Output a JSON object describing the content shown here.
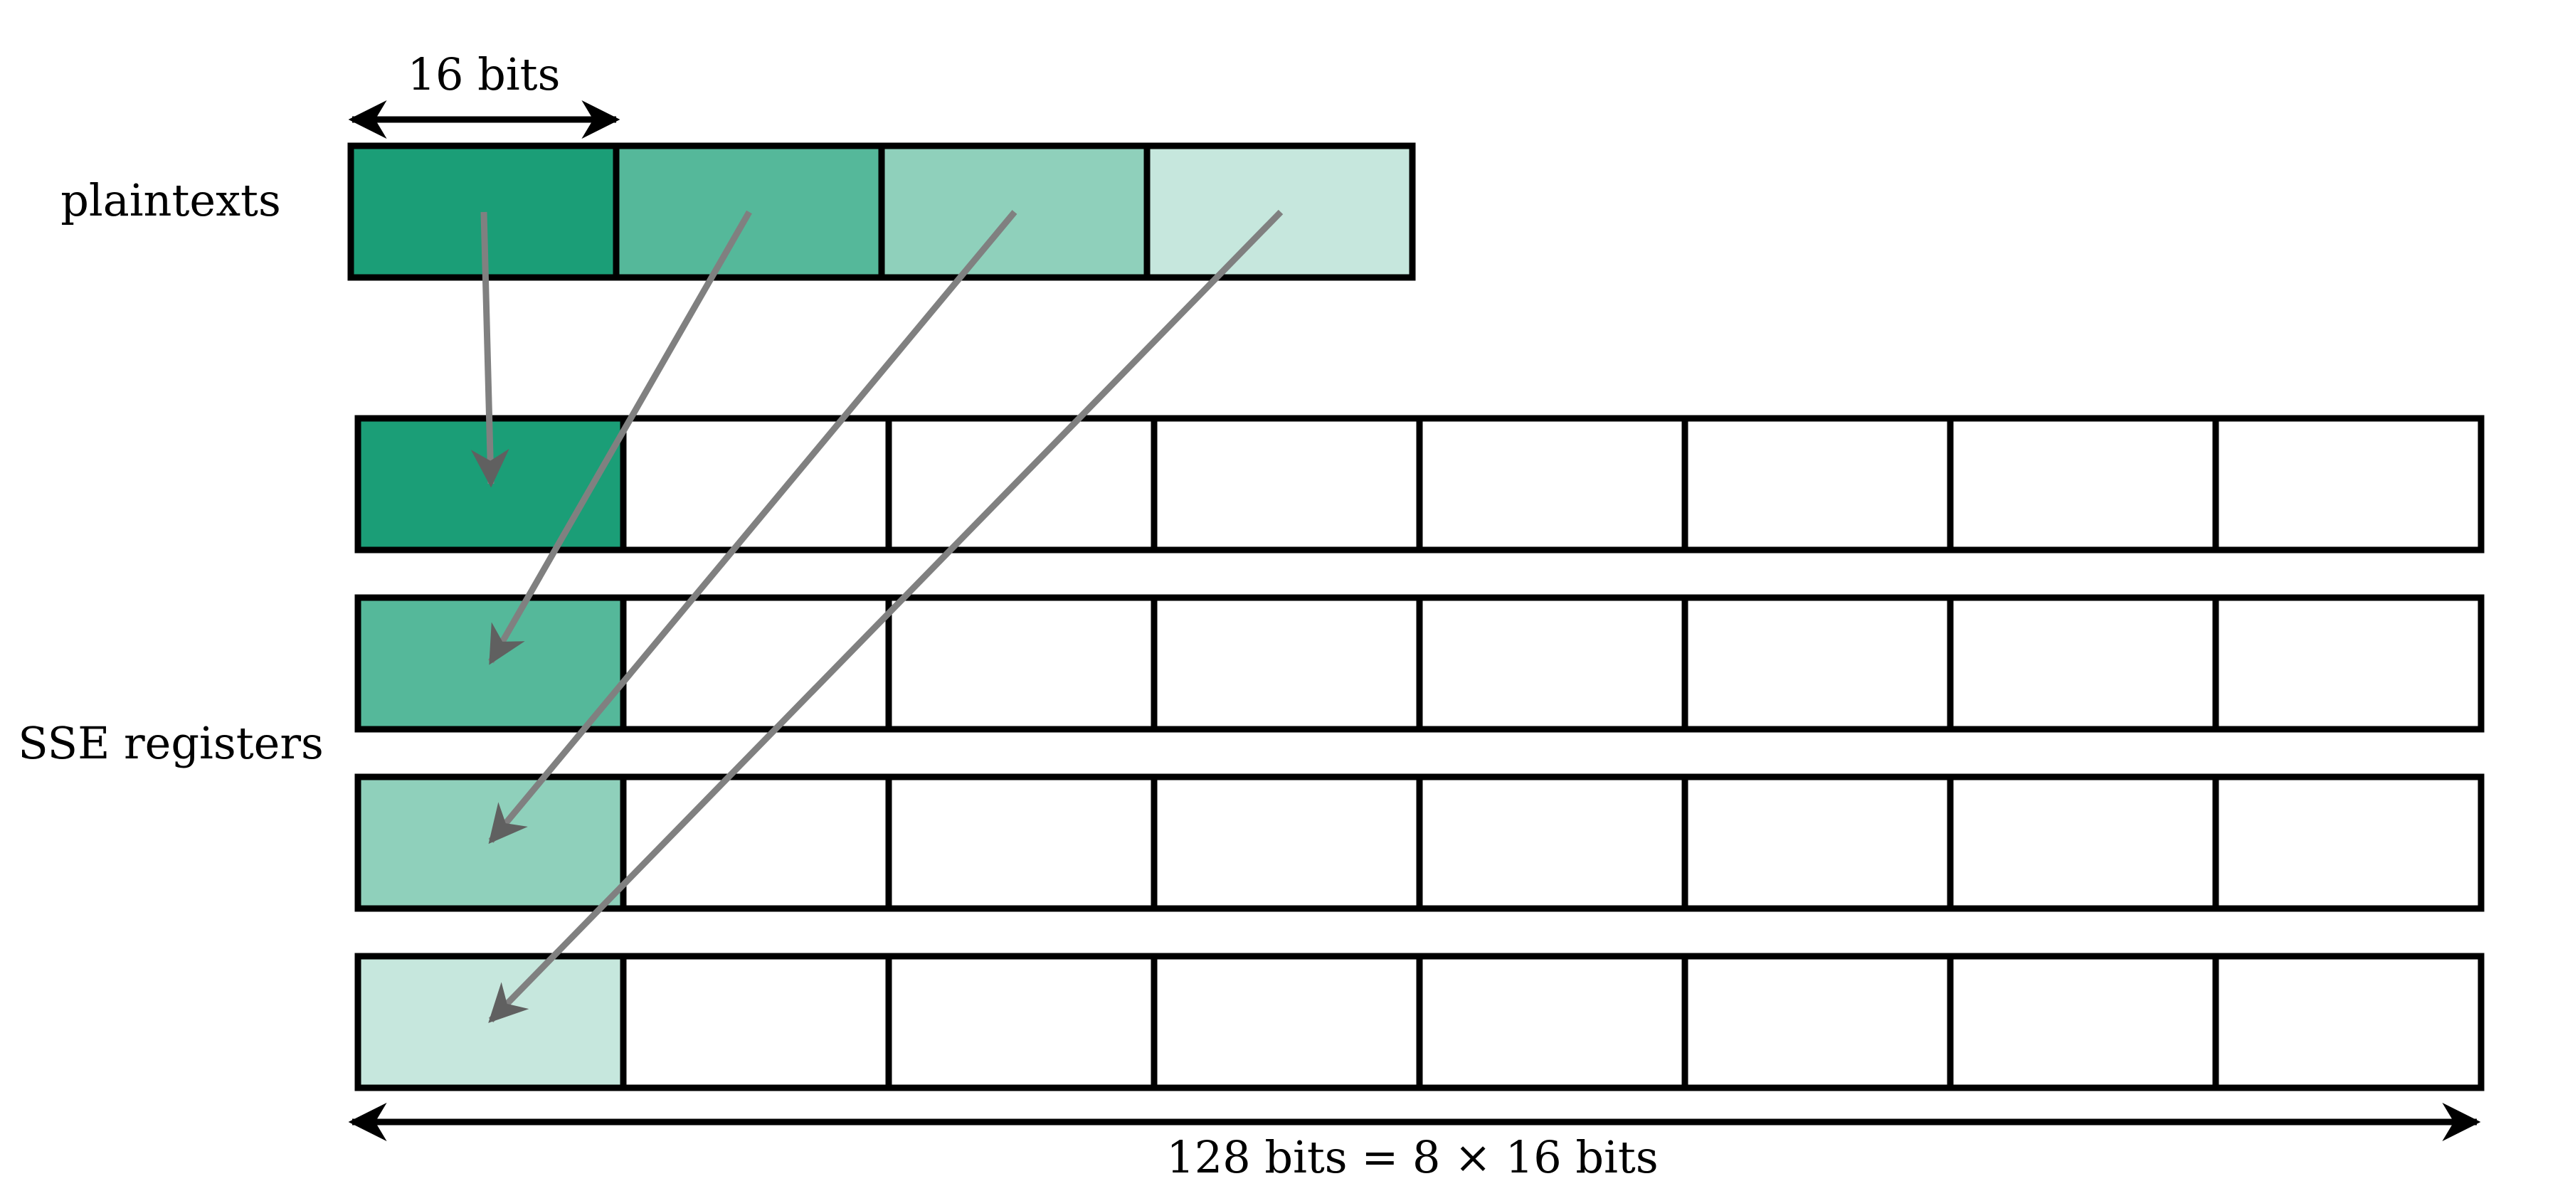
{
  "labels": {
    "plaintexts": "plaintexts",
    "sse_registers": "SSE registers",
    "block_width": "16 bits",
    "register_width": "128 bits = 8 × 16 bits"
  },
  "plaintext_colors": [
    "#1b9e77",
    "#55b89a",
    "#8fd0bb",
    "#c6e7dd"
  ],
  "registers": {
    "count": 4,
    "slots": 8,
    "filled_slot": 0
  },
  "arrow_color": "#808080"
}
